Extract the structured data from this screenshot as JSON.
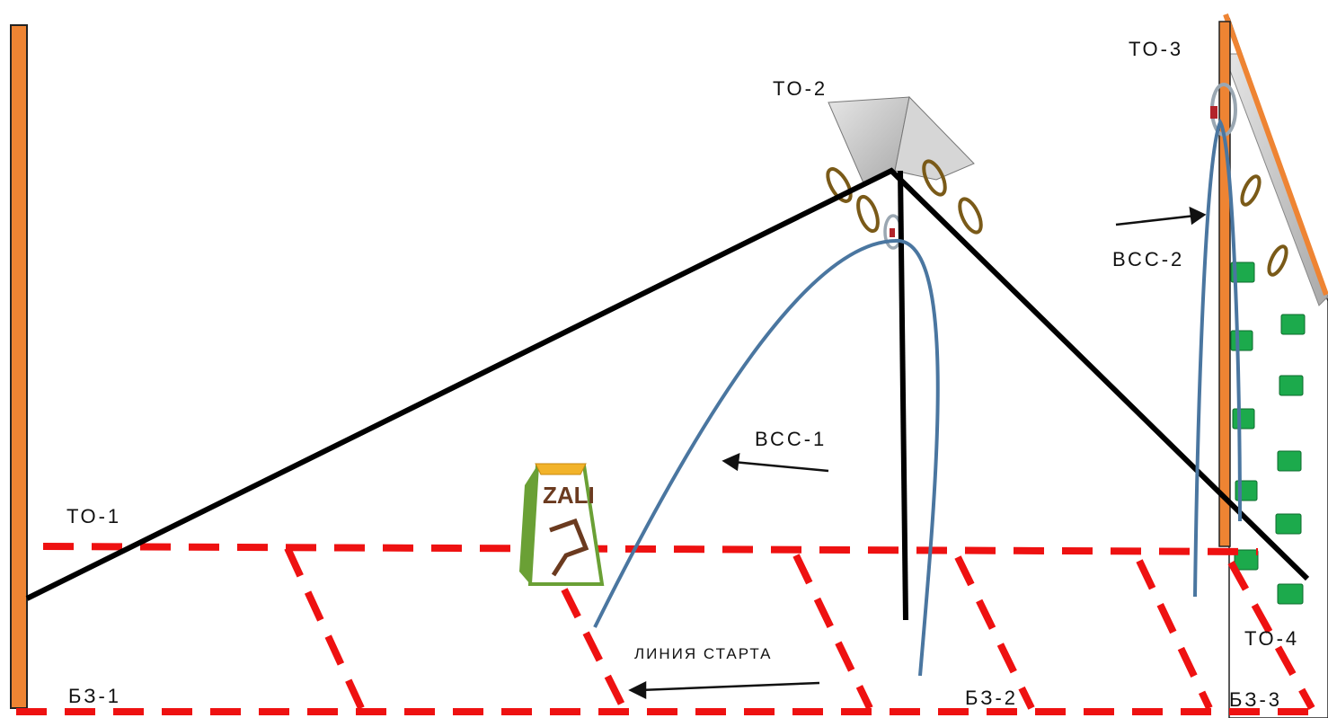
{
  "labels": {
    "to1": "ТО-1",
    "to2": "ТО-2",
    "to3": "ТО-3",
    "to4": "ТО-4",
    "vss1": "ВСС-1",
    "vss2": "ВСС-2",
    "bz1": "БЗ-1",
    "bz2": "БЗ-2",
    "bz3": "БЗ-3",
    "start_line": "ЛИНИЯ СТАРТА"
  },
  "colors": {
    "post": "#ee8433",
    "main_rope": "#000000",
    "safety_rope": "#4a76a0",
    "boundary": "#ee1111",
    "holds": "#1caa4c",
    "cone_side": "#6aa035",
    "cone_top": "#f2b32a"
  },
  "icons": {
    "cone": "zali-cone-icon",
    "carabiner": "carabiner-icon",
    "hold": "climbing-hold-icon"
  }
}
